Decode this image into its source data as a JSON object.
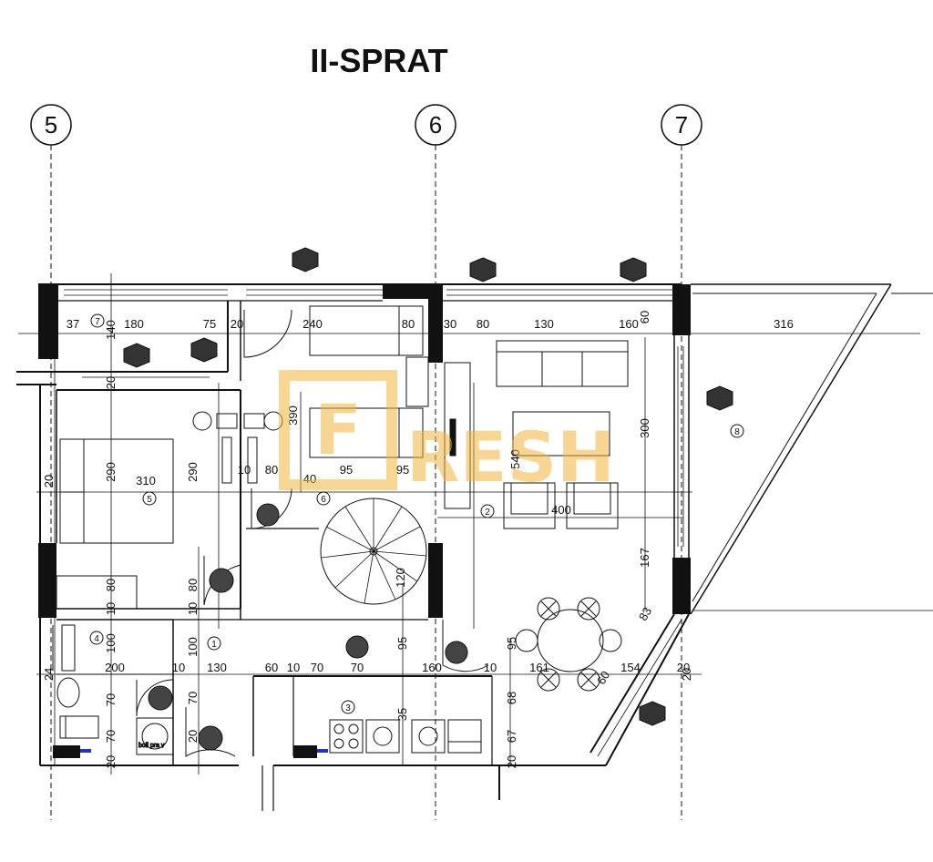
{
  "title": "II-SPRAT",
  "axes": [
    "5",
    "6",
    "7"
  ],
  "watermark": {
    "logo": "F",
    "text": "RESH",
    "color": "#f2b43a"
  },
  "rooms": [
    "1",
    "2",
    "3",
    "4",
    "5",
    "6",
    "7",
    "8"
  ],
  "dims": {
    "top_37": "37",
    "top_180": "180",
    "top_75": "75",
    "top_20": "20",
    "top_240": "240",
    "top_80a": "80",
    "top_30": "30",
    "top_80b": "80",
    "top_130": "130",
    "top_160": "160",
    "top_60": "60",
    "top_316": "316",
    "v_140": "140",
    "v_20a": "20",
    "v_390": "390",
    "v_290a": "290",
    "v_310": "310",
    "v_290b": "290",
    "d_10a": "10",
    "d_80a": "80",
    "d_40": "40",
    "d_95a": "95",
    "d_95b": "95",
    "v_540": "540",
    "v_300": "300",
    "h_400": "400",
    "v_167": "167",
    "v_20b": "20",
    "v_80b": "80",
    "v_80c": "80",
    "v_10a": "10",
    "v_10b": "10",
    "v_100a": "100",
    "v_100b": "100",
    "v_95c": "95",
    "v_120": "120",
    "h_200": "200",
    "h_10a": "10",
    "h_130": "130",
    "h_60": "60",
    "h_10b": "10",
    "h_70": "70",
    "h_70b": "70",
    "h_160b": "160",
    "h_10c": "10",
    "h_161": "161",
    "h_154": "154",
    "h_20c": "20",
    "v_24": "24",
    "v_70a": "70",
    "v_70b": "70",
    "v_70c": "70",
    "v_20c": "20",
    "v_20d": "20",
    "v_35": "35",
    "v_68": "68",
    "v_67": "67",
    "v_20e": "20",
    "v_95d": "95",
    "v_60b": "60",
    "v_83": "83",
    "v_20f": "20"
  },
  "appliance_label": "boil pra v"
}
